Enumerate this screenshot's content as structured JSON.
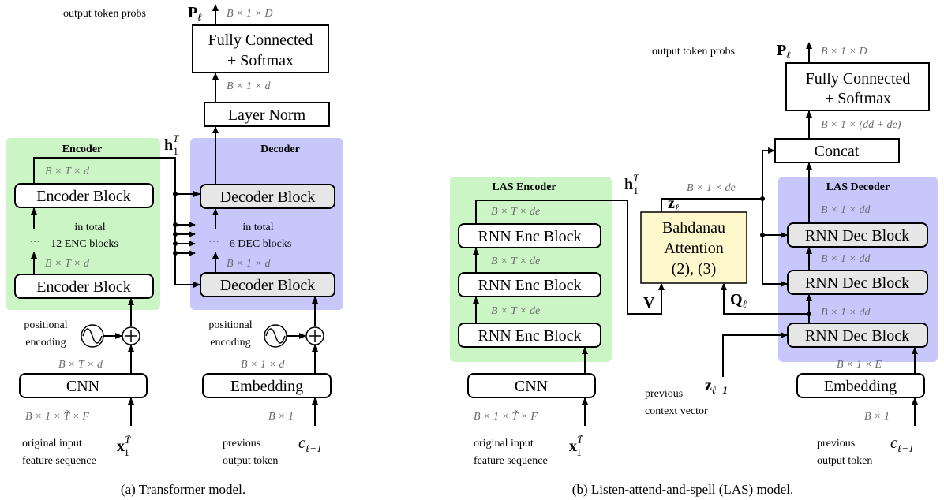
{
  "transformer": {
    "caption": "(a) Transformer model.",
    "encoder_title": "Encoder",
    "decoder_title": "Decoder",
    "enc_block": "Encoder Block",
    "dec_block": "Decoder Block",
    "enc_total_1": "in total",
    "enc_total_2": "12 ENC blocks",
    "dec_total_1": "in total",
    "dec_total_2": "6 DEC blocks",
    "cnn": "CNN",
    "embedding": "Embedding",
    "layer_norm": "Layer Norm",
    "fc_1": "Fully Connected",
    "fc_2": "+ Softmax",
    "output_probs": "output token probs",
    "p_l": "P",
    "p_sub": "ℓ",
    "h_main": "h",
    "h_sup": "T",
    "h_sub": "1",
    "pos_enc_1": "positional",
    "pos_enc_2": "encoding",
    "orig_input_1": "original input",
    "orig_input_2": "feature sequence",
    "x_main": "x",
    "x_sup": "T̃",
    "x_sub": "1",
    "prev_out_1": "previous",
    "prev_out_2": "output token",
    "c_prev": "c",
    "c_sub": "ℓ−1",
    "dims": {
      "out": "B × 1 × D",
      "fc_in": "B × 1 × d",
      "enc_top": "B × T × d",
      "enc_mid": "B × T × d",
      "dec_mid": "B × 1 × d",
      "cnn_out": "B × T × d",
      "emb_out": "B × 1 × d",
      "cnn_in": "B × 1 × T̃ × F",
      "emb_in": "B × 1"
    }
  },
  "las": {
    "caption": "(b) Listen-attend-and-spell (LAS) model.",
    "encoder_title": "LAS Encoder",
    "decoder_title": "LAS Decoder",
    "rnn_enc": "RNN Enc Block",
    "rnn_dec": "RNN Dec Block",
    "cnn": "CNN",
    "embedding": "Embedding",
    "concat": "Concat",
    "fc_1": "Fully Connected",
    "fc_2": "+ Softmax",
    "attn_1": "Bahdanau",
    "attn_2": "Attention",
    "attn_3": "(2), (3)",
    "output_probs": "output token probs",
    "p_l": "P",
    "p_sub": "ℓ",
    "h_main": "h",
    "h_sup": "T",
    "h_sub": "1",
    "z_l": "z",
    "z_sub": "ℓ",
    "z_prev_sub": "ℓ−1",
    "v": "V",
    "q": "Q",
    "q_sub": "ℓ",
    "prev_ctx_1": "previous",
    "prev_ctx_2": "context vector",
    "orig_input_1": "original input",
    "orig_input_2": "feature sequence",
    "x_main": "x",
    "x_sup": "T̃",
    "x_sub": "1",
    "prev_out_1": "previous",
    "prev_out_2": "output token",
    "c_prev": "c",
    "c_sub": "ℓ−1",
    "dims": {
      "out": "B × 1 × D",
      "concat_out": "B × 1 × (dd + de)",
      "enc_top": "B × T × de",
      "enc_mid1": "B × T × de",
      "enc_mid2": "B × T × de",
      "z_dim": "B × 1 × de",
      "dec1": "B × 1 × dd",
      "dec2": "B × 1 × dd",
      "dec3": "B × 1 × dd",
      "emb_out": "B × 1 × E",
      "cnn_in": "B × 1 × T̃ × F",
      "emb_in": "B × 1"
    }
  }
}
